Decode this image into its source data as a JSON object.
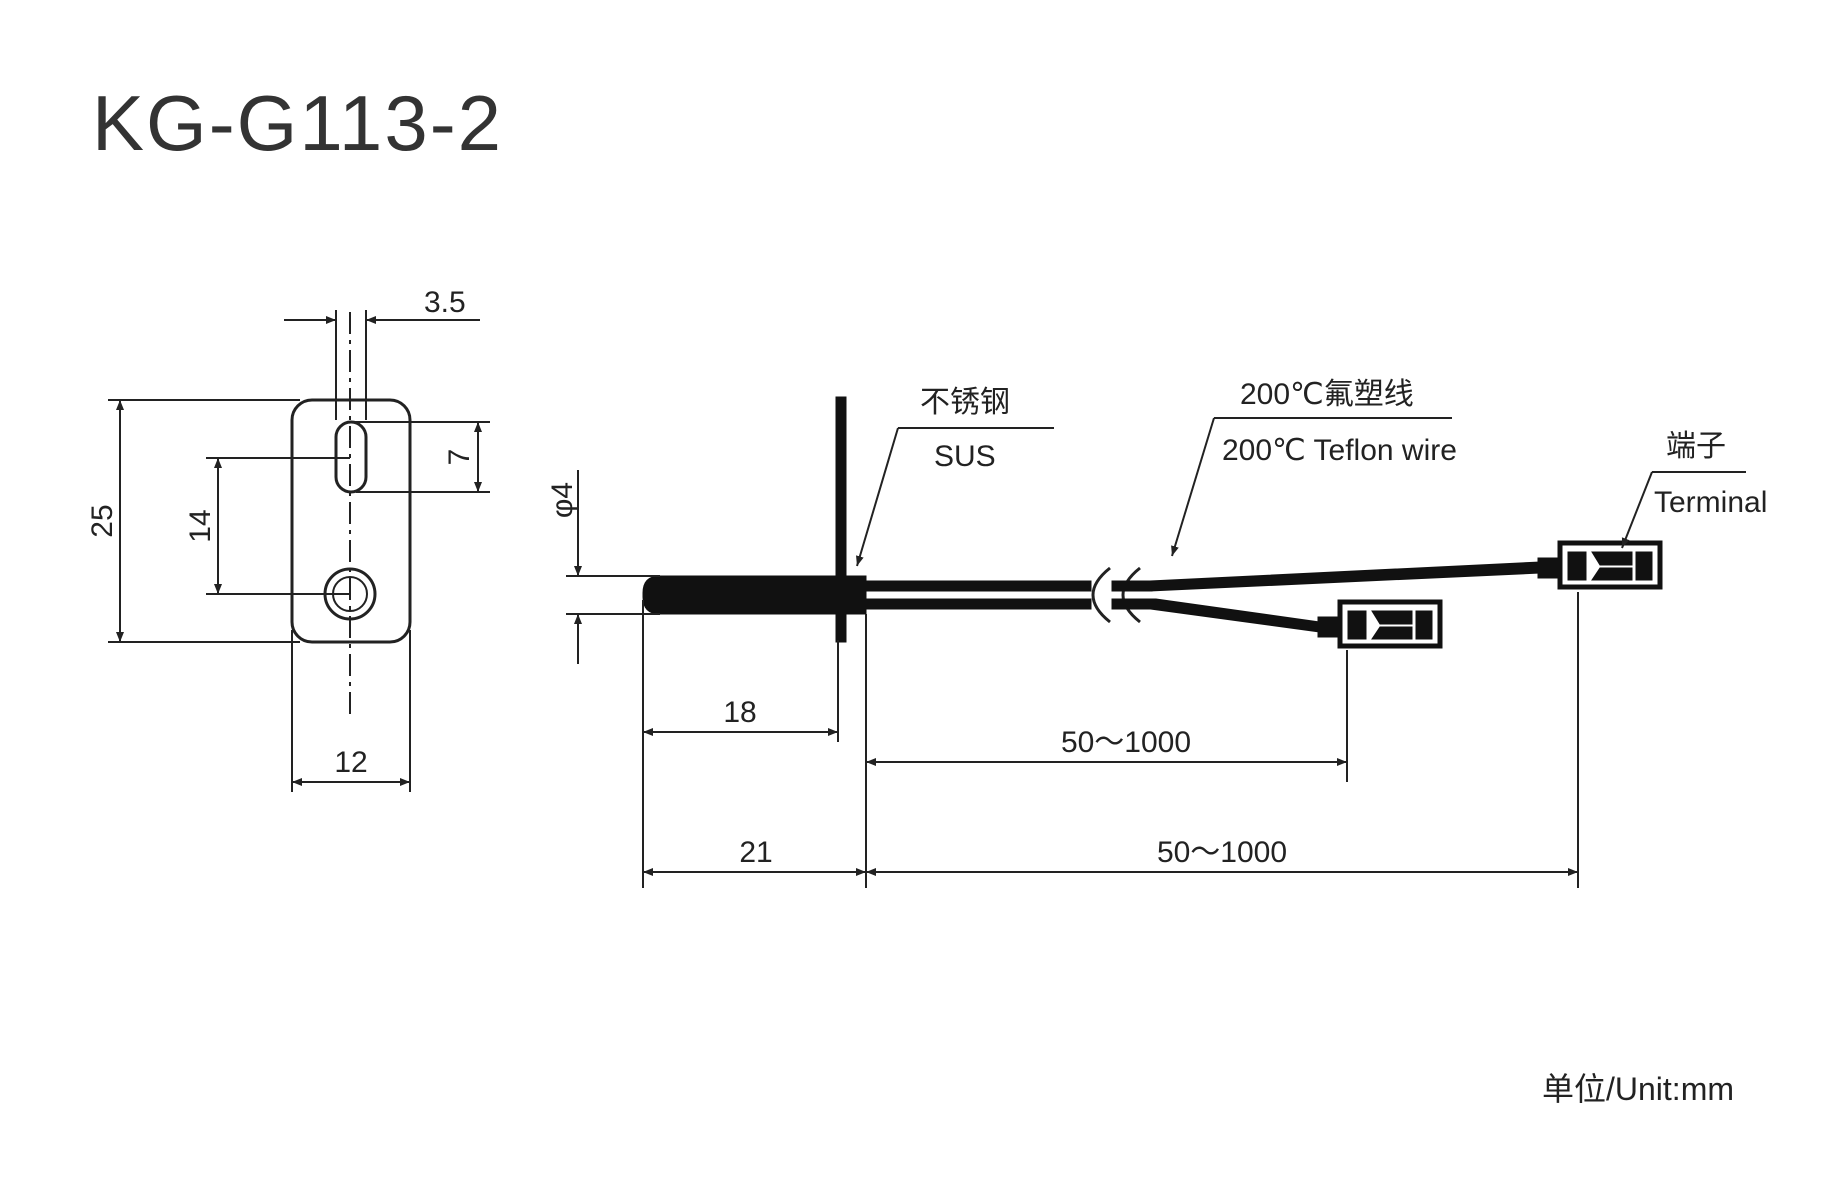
{
  "title": "KG-G113-2",
  "front_view": {
    "dim_hole_width": "3.5",
    "dim_slot_length": "7",
    "dim_height": "25",
    "dim_hole_spacing": "14",
    "dim_width": "12"
  },
  "side_view": {
    "dim_diameter": "φ4",
    "dim_probe_length": "18",
    "dim_total_probe": "21",
    "dim_lead_short": "50～1000",
    "dim_lead_long": "50～1000"
  },
  "labels": {
    "material_cn": "不锈钢",
    "material_en": "SUS",
    "wire_cn": "200℃氟塑线",
    "wire_en": "200℃ Teflon wire",
    "terminal_cn": "端子",
    "terminal_en": "Terminal"
  },
  "unit_note": "单位/Unit:mm",
  "colors": {
    "ink": "#222222",
    "fill": "#111111",
    "background": "#ffffff"
  }
}
